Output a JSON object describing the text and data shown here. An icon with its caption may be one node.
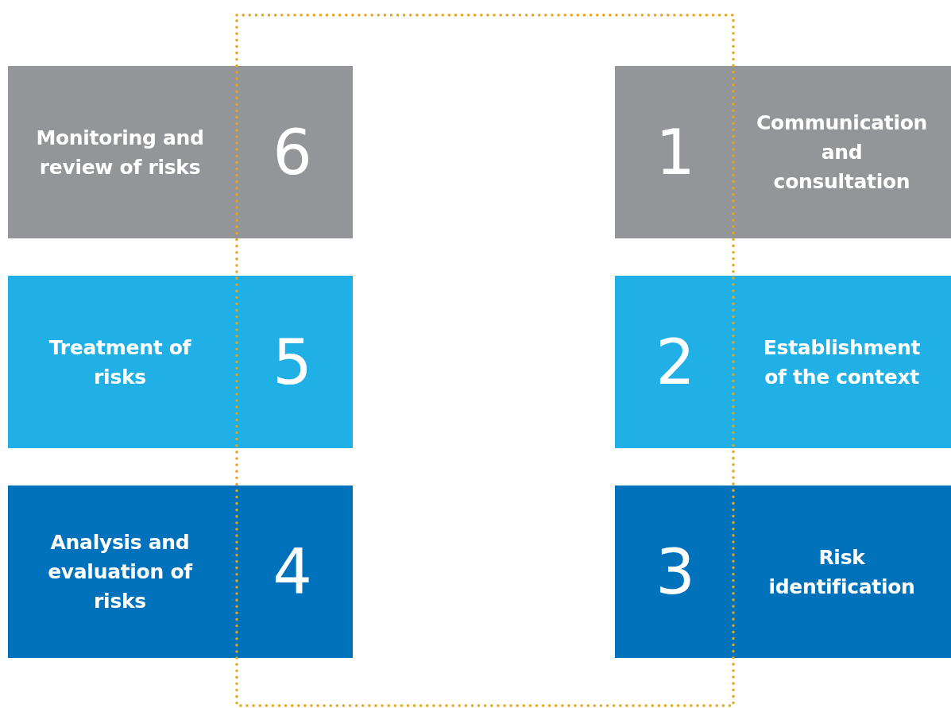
{
  "diagram": {
    "nodes": [
      {
        "text": [
          "Monitoring and review of risks",
          "6"
        ]
      },
      {
        "text": [
          "1",
          "Communication and consultation"
        ]
      },
      {
        "text": [
          "Treatment of risks",
          "5"
        ]
      },
      {
        "text": [
          "2",
          "Establishment of the context"
        ]
      },
      {
        "text": [
          "Analysis and evaluation of risks",
          "4"
        ]
      },
      {
        "text": [
          "3",
          "Risk identification"
        ]
      }
    ],
    "edges": []
  }
}
